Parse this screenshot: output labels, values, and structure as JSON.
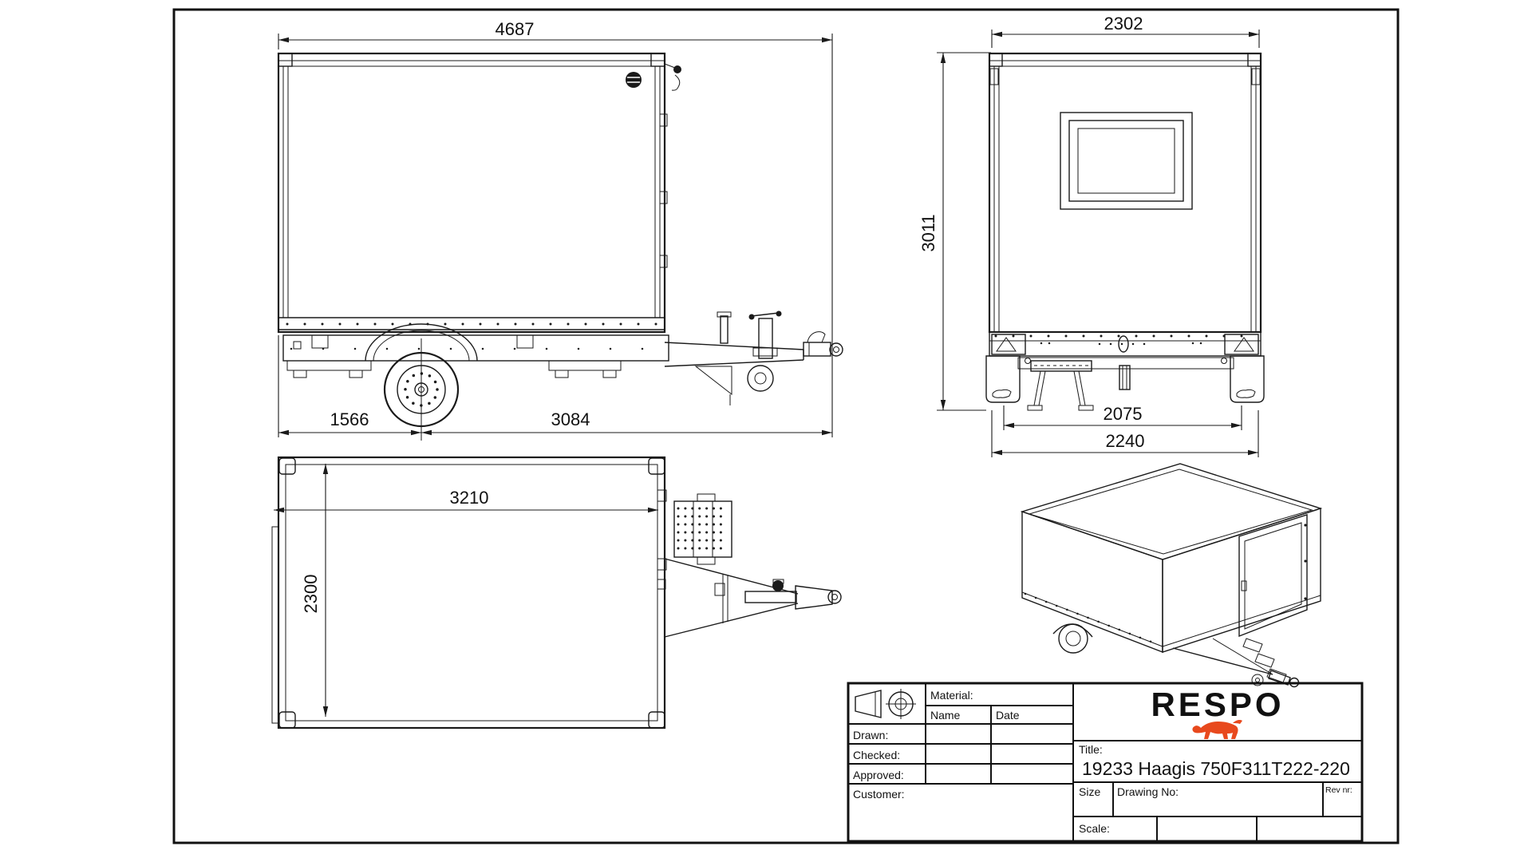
{
  "colors": {
    "ink": "#1a1a1a",
    "accent": "#e8491d",
    "paper": "#ffffff"
  },
  "dimensions": {
    "side_overall_length": "4687",
    "side_rear_overhang": "1566",
    "side_front_length": "3084",
    "rear_overall_width": "2302",
    "rear_overall_height": "3011",
    "rear_track_width": "2075",
    "rear_width_over_fenders": "2240",
    "top_box_inner_length": "3210",
    "top_box_inner_width": "2300"
  },
  "title_block": {
    "material_label": "Material:",
    "name_header": "Name",
    "date_header": "Date",
    "drawn_label": "Drawn:",
    "checked_label": "Checked:",
    "approved_label": "Approved:",
    "customer_label": "Customer:",
    "title_label": "Title:",
    "title_value": "19233 Haagis 750F311T222-220",
    "size_label": "Size",
    "drawing_no_label": "Drawing No:",
    "rev_label": "Rev nr:",
    "scale_label": "Scale:",
    "brand": "RESPO"
  }
}
